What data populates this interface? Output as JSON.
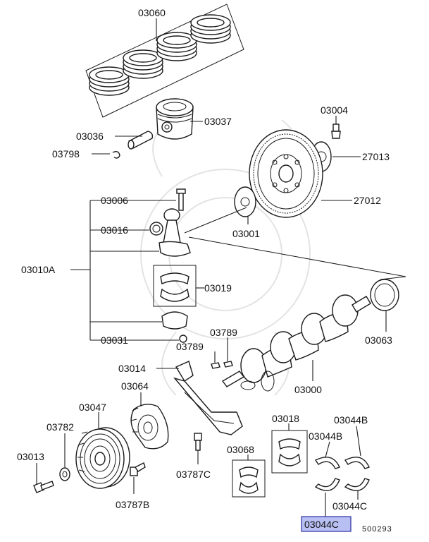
{
  "labels": {
    "piston_rings": "03060",
    "piston": "03037",
    "piston_pin": "03036",
    "pin_clip": "03798",
    "flywheel_bolt": "03004",
    "flywheel_plate": "27013",
    "flywheel": "27012",
    "spacer_plate": "03001",
    "rod_bolt": "03006",
    "rod_bushing": "03016",
    "rod_assembly": "03010A",
    "rod_bearing": "03019",
    "rod_nut": "03031",
    "rear_seal": "03063",
    "key_a": "03789",
    "key_b": "03789",
    "crankshaft": "03000",
    "oil_seal_case": "03014",
    "crank_sprocket": "03064",
    "damper_pulley": "03047",
    "washer": "03782",
    "pulley_bolt": "03013",
    "damper_bolt": "03787B",
    "case_bolt": "03787C",
    "main_bearing_upper": "03018",
    "main_bearing_lower": "03068",
    "thrust_washer_b_top": "03044B",
    "thrust_washer_b": "03044B",
    "thrust_washer_c": "03044C",
    "highlighted_part": "03044C"
  },
  "diagram_code": "500293",
  "colors": {
    "highlight_fill": "#b8bff2",
    "line": "#1a1a1a"
  }
}
